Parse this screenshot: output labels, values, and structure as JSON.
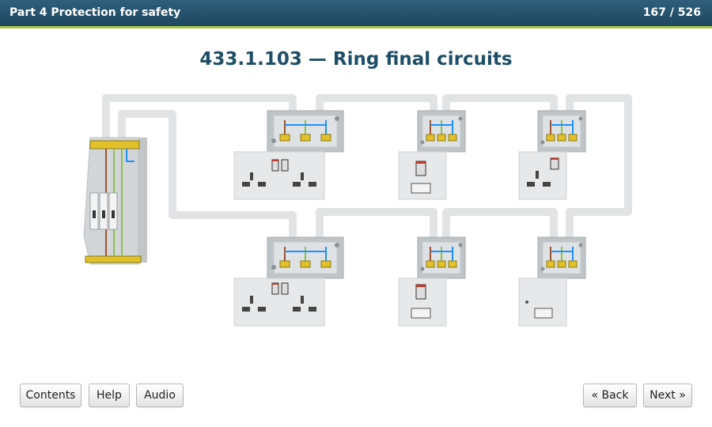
{
  "header": {
    "section_title": "Part 4 Protection for safety",
    "page_counter": "167 / 526"
  },
  "main": {
    "heading": "433.1.103 — Ring final circuits"
  },
  "footer": {
    "contents_label": "Contents",
    "help_label": "Help",
    "audio_label": "Audio",
    "back_label": "« Back",
    "next_label": "Next »"
  },
  "colors": {
    "header_bg": "#1f4760",
    "header_accent": "#a9c640",
    "heading_text": "#1e4d66",
    "cable_sheath": "#e1e3e4",
    "wire_line": "#a0522d",
    "wire_neutral": "#1e90ff",
    "wire_earth": "#8bc34a"
  },
  "diagram": {
    "consumer_unit": "consumer-unit",
    "outlets": [
      {
        "type": "double-socket"
      },
      {
        "type": "fused-connection-unit"
      },
      {
        "type": "single-socket"
      },
      {
        "type": "double-socket"
      },
      {
        "type": "fused-connection-unit"
      },
      {
        "type": "connection-unit"
      }
    ]
  }
}
